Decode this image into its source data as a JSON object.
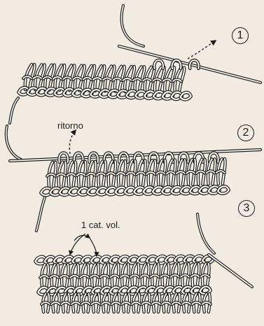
{
  "labels": {
    "ritorno": "ritorno",
    "cat_vol": "1  cat.  vol."
  },
  "steps": [
    "1",
    "2",
    "3"
  ],
  "colors": {
    "paper": "#f1ebe2",
    "ink": "#1c1c1c",
    "yarn_fill": "#fbf8f2"
  },
  "icons": {
    "hook": "crochet-hook-icon",
    "arrow": "dotted-arrow-icon"
  }
}
